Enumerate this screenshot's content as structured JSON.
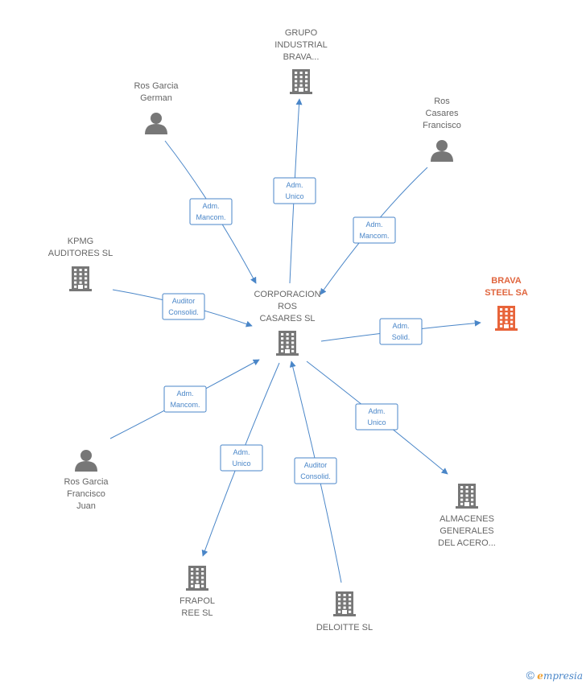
{
  "nodes": [
    {
      "id": "center",
      "kind": "company",
      "label": [
        "CORPORACION",
        "ROS",
        "CASARES SL"
      ],
      "color": "#777777"
    },
    {
      "id": "grupo",
      "kind": "company",
      "label": [
        "GRUPO",
        "INDUSTRIAL",
        "BRAVA..."
      ],
      "color": "#777777"
    },
    {
      "id": "ros-german",
      "kind": "person",
      "label": [
        "Ros Garcia",
        "German"
      ],
      "color": "#777777"
    },
    {
      "id": "ros-francisco",
      "kind": "person",
      "label": [
        "Ros",
        "Casares",
        "Francisco"
      ],
      "color": "#777777"
    },
    {
      "id": "kpmg",
      "kind": "company",
      "label": [
        "KPMG",
        "AUDITORES SL"
      ],
      "color": "#777777"
    },
    {
      "id": "brava-steel",
      "kind": "company",
      "label": [
        "BRAVA",
        "STEEL SA"
      ],
      "color": "#e8643a",
      "highlight": true
    },
    {
      "id": "ros-juan",
      "kind": "person",
      "label": [
        "Ros Garcia",
        "Francisco",
        "Juan"
      ],
      "color": "#777777"
    },
    {
      "id": "almacenes",
      "kind": "company",
      "label": [
        "ALMACENES",
        "GENERALES",
        "DEL ACERO..."
      ],
      "color": "#777777"
    },
    {
      "id": "frapol",
      "kind": "company",
      "label": [
        "FRAPOL",
        "REE SL"
      ],
      "color": "#777777"
    },
    {
      "id": "deloitte",
      "kind": "company",
      "label": [
        "DELOITTE SL"
      ],
      "color": "#777777"
    }
  ],
  "edges": [
    {
      "from": "center",
      "to": "grupo",
      "label": [
        "Adm.",
        "Unico"
      ]
    },
    {
      "from": "ros-german",
      "to": "center",
      "label": [
        "Adm.",
        "Mancom."
      ]
    },
    {
      "from": "ros-francisco",
      "to": "center",
      "label": [
        "Adm.",
        "Mancom."
      ]
    },
    {
      "from": "kpmg",
      "to": "center",
      "label": [
        "Auditor",
        "Consolid."
      ]
    },
    {
      "from": "center",
      "to": "brava-steel",
      "label": [
        "Adm.",
        "Solid."
      ]
    },
    {
      "from": "ros-juan",
      "to": "center",
      "label": [
        "Adm.",
        "Mancom."
      ]
    },
    {
      "from": "center",
      "to": "almacenes",
      "label": [
        "Adm.",
        "Unico"
      ]
    },
    {
      "from": "center",
      "to": "frapol",
      "label": [
        "Adm.",
        "Unico"
      ]
    },
    {
      "from": "deloitte",
      "to": "center",
      "label": [
        "Auditor",
        "Consolid."
      ]
    }
  ],
  "footer": {
    "copyright": "©",
    "brand_initial": "e",
    "brand_rest": "mpresia"
  },
  "colors": {
    "edge": "#4a86c8",
    "node": "#777777",
    "highlight": "#e8643a"
  }
}
